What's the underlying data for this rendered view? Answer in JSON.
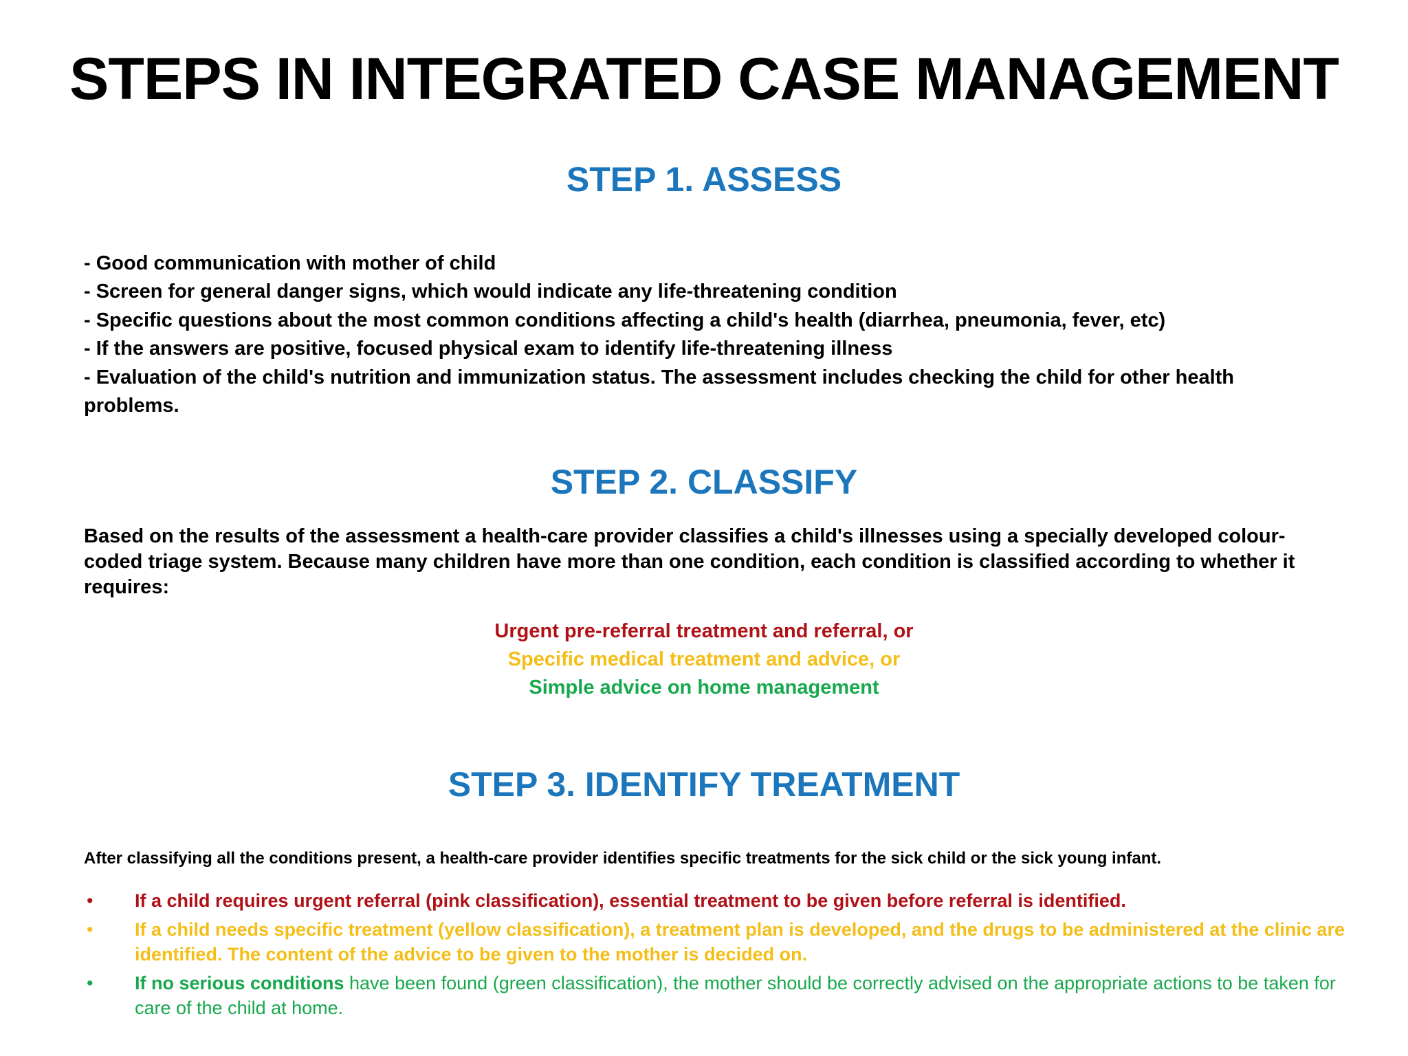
{
  "slide": {
    "title": "STEPS IN INTEGRATED CASE MANAGEMENT",
    "accent_blue": "#1C76BC",
    "colors": {
      "red": "#B01116",
      "yellow": "#F4BE19",
      "green": "#17A84D",
      "black": "#000000",
      "background": "#FFFFFF"
    }
  },
  "step1": {
    "heading": "STEP 1. ASSESS",
    "items": [
      "- Good communication with mother of child",
      "- Screen for general danger signs, which would indicate any life-threatening condition",
      "- Specific questions about the most common conditions affecting a child's health (diarrhea, pneumonia, fever, etc)",
      "- If the answers are positive, focused physical exam to identify life-threatening illness",
      "- Evaluation of the child's nutrition and immunization status. The assessment includes checking the child for other health problems."
    ]
  },
  "step2": {
    "heading": "STEP 2. CLASSIFY",
    "paragraph": "Based on the results of the assessment a health-care provider classifies a child's illnesses using a specially developed colour-coded triage system. Because many children have more than one condition, each condition is classified according to whether it requires:",
    "triage": [
      {
        "label": "Urgent pre-referral treatment and referral, or",
        "color": "#B01116"
      },
      {
        "label": "Specific medical treatment and advice, or",
        "color": "#F4BE19"
      },
      {
        "label": "Simple advice on home management",
        "color": "#17A84D"
      }
    ]
  },
  "step3": {
    "heading": "STEP 3. IDENTIFY TREATMENT",
    "intro": "After classifying all the conditions present, a health-care provider identifies specific treatments for the sick child or the sick young infant.",
    "bullet_marker": "•",
    "bullets": [
      {
        "color": "#B01116",
        "lead": "",
        "text": "If a child requires urgent referral (pink classification), essential treatment to be given before referral is identified."
      },
      {
        "color": "#F4BE19",
        "lead": "",
        "text": "If a child needs  specific treatment  (yellow classification), a treatment plan is developed, and the drugs to be administered at the clinic are identified. The content of the advice to be given to the mother is decided on."
      },
      {
        "color": "#17A84D",
        "lead": "If no serious conditions",
        "text": " have been found (green classification), the mother should be correctly advised on the appropriate actions to be taken for care of the child at home."
      }
    ]
  }
}
